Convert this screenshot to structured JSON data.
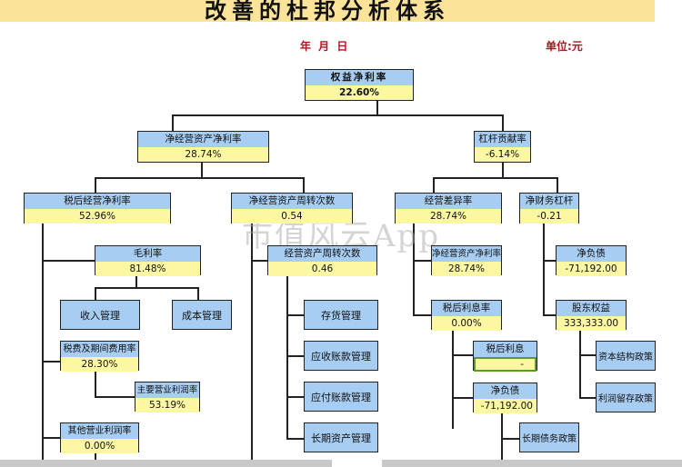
{
  "header": {
    "title": "改善的杜邦分析体系",
    "date_label": "年 月 日",
    "unit_label": "单位:元"
  },
  "nodes": {
    "roe": {
      "label": "权益净利率",
      "value": "22.60%"
    },
    "net_operating_asset_return": {
      "label": "净经营资产净利率",
      "value": "28.74%"
    },
    "leverage_contribution": {
      "label": "杠杆贡献率",
      "value": "-6.14%"
    },
    "after_tax_operating_margin": {
      "label": "税后经营净利率",
      "value": "52.96%"
    },
    "net_operating_asset_turnover": {
      "label": "净经营资产周转次数",
      "value": "0.54"
    },
    "operating_spread": {
      "label": "经营差异率",
      "value": "28.74%"
    },
    "net_financial_leverage": {
      "label": "净财务杠杆",
      "value": "-0.21"
    },
    "gross_margin": {
      "label": "毛利率",
      "value": "81.48%"
    },
    "operating_asset_turnover": {
      "label": "经营资产周转次数",
      "value": "0.46"
    },
    "net_operating_asset_return_2": {
      "label": "净经营资产净利率",
      "value": "28.74%"
    },
    "after_tax_interest_rate": {
      "label": "税后利息率",
      "value": "0.00%"
    },
    "net_debt_right": {
      "label": "净负债",
      "value": "-71,192.00"
    },
    "shareholder_equity": {
      "label": "股东权益",
      "value": "333,333.00"
    },
    "tax_expense_rate": {
      "label": "税费及期间费用率",
      "value": "28.30%"
    },
    "main_business_margin": {
      "label": "主要营业利润率",
      "value": "53.19%"
    },
    "other_business_margin": {
      "label": "其他营业利润率",
      "value": "0.00%"
    },
    "after_tax_interest": {
      "label": "税后利息",
      "value": "-"
    },
    "net_debt": {
      "label": "净负债",
      "value": "-71,192.00"
    }
  },
  "leaves": {
    "revenue_mgmt": "收入管理",
    "cost_mgmt": "成本管理",
    "inventory_mgmt": "存货管理",
    "receivables_mgmt": "应收账款管理",
    "payables_mgmt": "应付账款管理",
    "long_term_asset_mgmt": "长期资产管理",
    "capital_structure_policy": "资本结构政策",
    "retained_earnings_policy": "利润留存政策",
    "long_term_debt_policy": "长期债务政策"
  },
  "watermark": "市值风云App",
  "colors": {
    "label_bg": "#a7cdf3",
    "value_bg": "#fbf7a3",
    "title_bg": "#fbe49a",
    "accent_red": "#b0141e",
    "selection_green": "#5c9a2e"
  }
}
